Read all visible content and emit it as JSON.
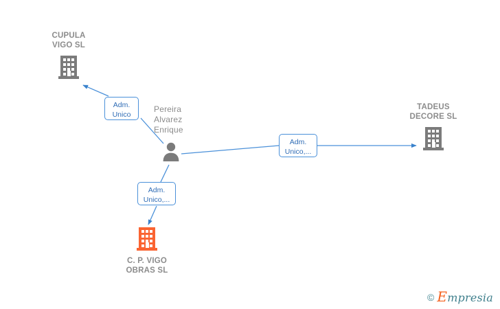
{
  "graph": {
    "background": "#ffffff",
    "edge_color": "#4a90d9",
    "entity_color": "#7b7b7b",
    "highlight_color": "#fa6432",
    "label_color": "#8c8c8c",
    "nodes": [
      {
        "id": "cupula-vigo-sl",
        "type": "company",
        "icon": "building-icon",
        "label": "CUPULA\nVIGO SL",
        "color": "#7b7b7b",
        "highlighted": false
      },
      {
        "id": "pereira-alvarez-enrique",
        "type": "person",
        "icon": "person-icon",
        "label": "Pereira\nAlvarez\nEnrique",
        "color": "#7b7b7b",
        "highlighted": false
      },
      {
        "id": "tadeus-decore-sl",
        "type": "company",
        "icon": "building-icon",
        "label": "TADEUS\nDECORE  SL",
        "color": "#7b7b7b",
        "highlighted": false
      },
      {
        "id": "cp-vigo-obras-sl",
        "type": "company",
        "icon": "building-icon",
        "label": "C. P. VIGO\nOBRAS  SL",
        "color": "#fa6432",
        "highlighted": true
      }
    ],
    "edges": [
      {
        "id": "edge-to-cupula",
        "from": "pereira-alvarez-enrique",
        "to": "cupula-vigo-sl",
        "chip_label": "Adm.\nUnico",
        "direction": "up-left"
      },
      {
        "id": "edge-to-tadeus",
        "from": "pereira-alvarez-enrique",
        "to": "tadeus-decore-sl",
        "chip_label": "Adm.\nUnico,...",
        "direction": "right"
      },
      {
        "id": "edge-to-cp-vigo",
        "from": "pereira-alvarez-enrique",
        "to": "cp-vigo-obras-sl",
        "chip_label": "Adm.\nUnico,...",
        "direction": "down"
      }
    ]
  },
  "watermark": {
    "copyright": "©",
    "brand_initial": "E",
    "brand_rest": "mpresia"
  }
}
